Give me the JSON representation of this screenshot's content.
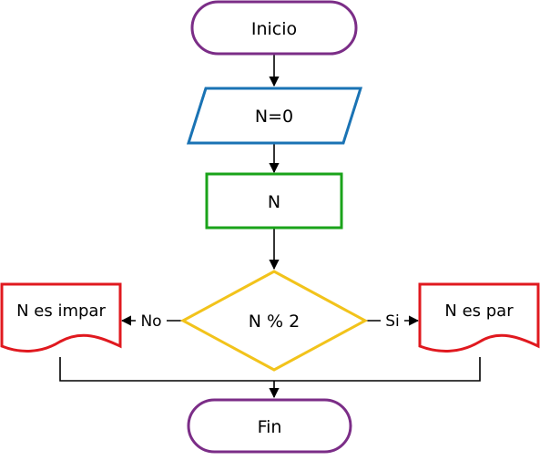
{
  "nodes": {
    "start": {
      "label": "Inicio",
      "shape": "terminator",
      "stroke": "#7b2d87"
    },
    "input": {
      "label": "N=0",
      "shape": "parallelogram",
      "stroke": "#1a73b4"
    },
    "process": {
      "label": "N",
      "shape": "rectangle",
      "stroke": "#1aa31a"
    },
    "decision": {
      "label": "N % 2",
      "shape": "diamond",
      "stroke": "#f2c31b"
    },
    "odd": {
      "label": "N es impar",
      "shape": "document",
      "stroke": "#e0191f"
    },
    "even": {
      "label": "N es par",
      "shape": "document",
      "stroke": "#e0191f"
    },
    "end": {
      "label": "Fin",
      "shape": "terminator",
      "stroke": "#7b2d87"
    }
  },
  "edges": {
    "no_label": "No",
    "si_label": "Si"
  }
}
